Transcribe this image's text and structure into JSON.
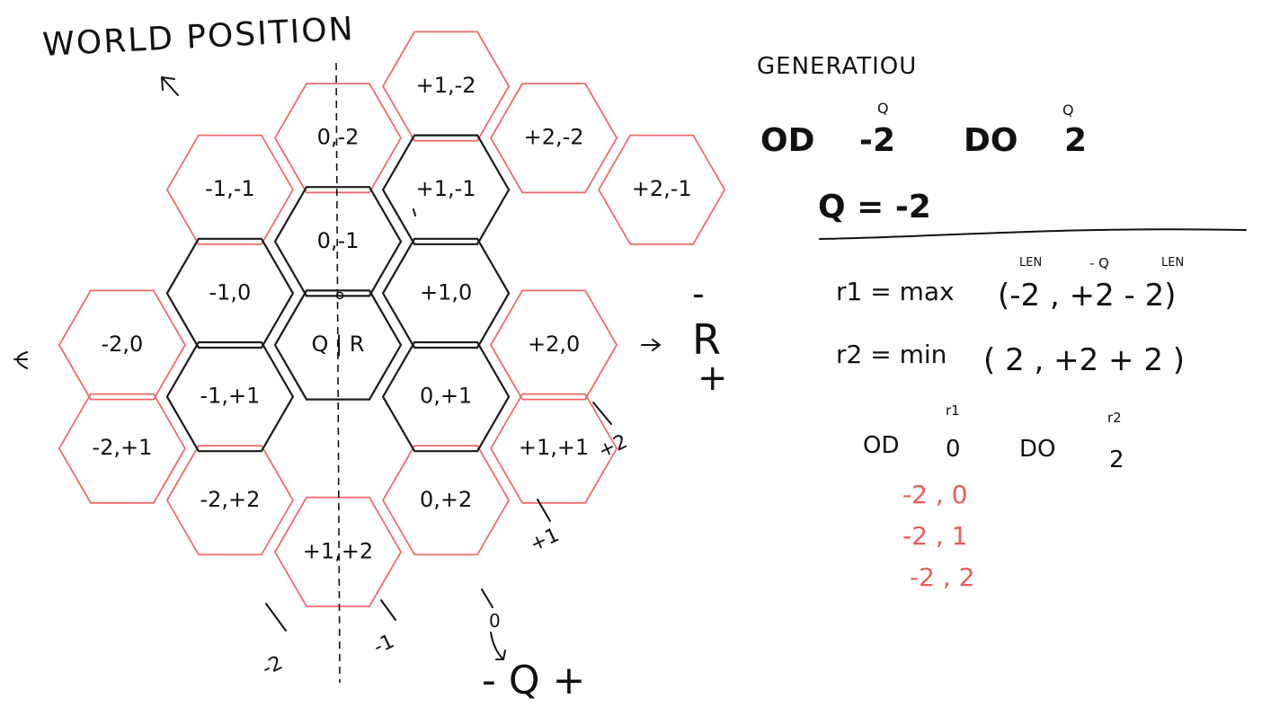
{
  "title": "WORLD POSITION",
  "hex_grid": {
    "red_cells": [
      {
        "label": "0,-2",
        "col": 0,
        "row": -2
      },
      {
        "label": "+1,-2",
        "col": 1,
        "row": -2
      },
      {
        "label": "+2,-2",
        "col": 2,
        "row": -2
      },
      {
        "label": "-1,-1",
        "col": -1,
        "row": -1
      },
      {
        "label": "+2,-1",
        "col": 3,
        "row": -1
      },
      {
        "label": "-2,0",
        "col": -2,
        "row": 0
      },
      {
        "label": "+2,0",
        "col": 2,
        "row": 0
      },
      {
        "label": "-2,+1",
        "col": -2,
        "row": 1
      },
      {
        "label": "+1,+1",
        "col": 2,
        "row": 1
      },
      {
        "label": "-2,+2",
        "col": -1,
        "row": 2
      },
      {
        "label": "+1,+2",
        "col": 0,
        "row": 2
      },
      {
        "label": "0,+2",
        "col": 1,
        "row": 2
      }
    ],
    "black_cells": [
      {
        "label": "0,-1",
        "col": 0,
        "row": -1
      },
      {
        "label": "+1,-1",
        "col": 1,
        "row": -1
      },
      {
        "label": "-1,0",
        "col": -1,
        "row": 0
      },
      {
        "label": "Q | R",
        "col": 0,
        "row": 0
      },
      {
        "label": "+1,0",
        "col": 1,
        "row": 0
      },
      {
        "label": "-1,+1",
        "col": -1,
        "row": 1
      },
      {
        "label": "0,+1",
        "col": 1,
        "row": 1
      }
    ]
  },
  "axes": {
    "r_minus": "-",
    "r_label": "R",
    "r_plus": "+",
    "q_label": "- Q +",
    "right_marks": [
      "+2",
      "+1"
    ],
    "bottom_marks": [
      "-2",
      "-1",
      "0"
    ]
  },
  "generation": {
    "heading": "GENERATIOU",
    "row1": {
      "od": "OD",
      "od_val": "-2",
      "do": "DO",
      "do_val": "2",
      "super_q1": "Q",
      "super_q2": "Q"
    },
    "q_eq": "Q = -2",
    "r1_line": "r1 = max",
    "r1_args": "(-2 , +2 - 2)",
    "r1_supers": [
      "LEN",
      "- Q",
      "LEN"
    ],
    "r2_line": "r2 = min",
    "r2_args": "( 2 , +2 + 2 )",
    "row2": {
      "od": "OD",
      "od_val": "0",
      "do": "DO",
      "do_val": "2",
      "super_r1": "r1",
      "super_r2": "r2"
    },
    "results": [
      "-2 , 0",
      "-2 , 1",
      "-2 , 2"
    ]
  },
  "colors": {
    "accent_red": "#f06a6a",
    "ink": "#111111"
  }
}
